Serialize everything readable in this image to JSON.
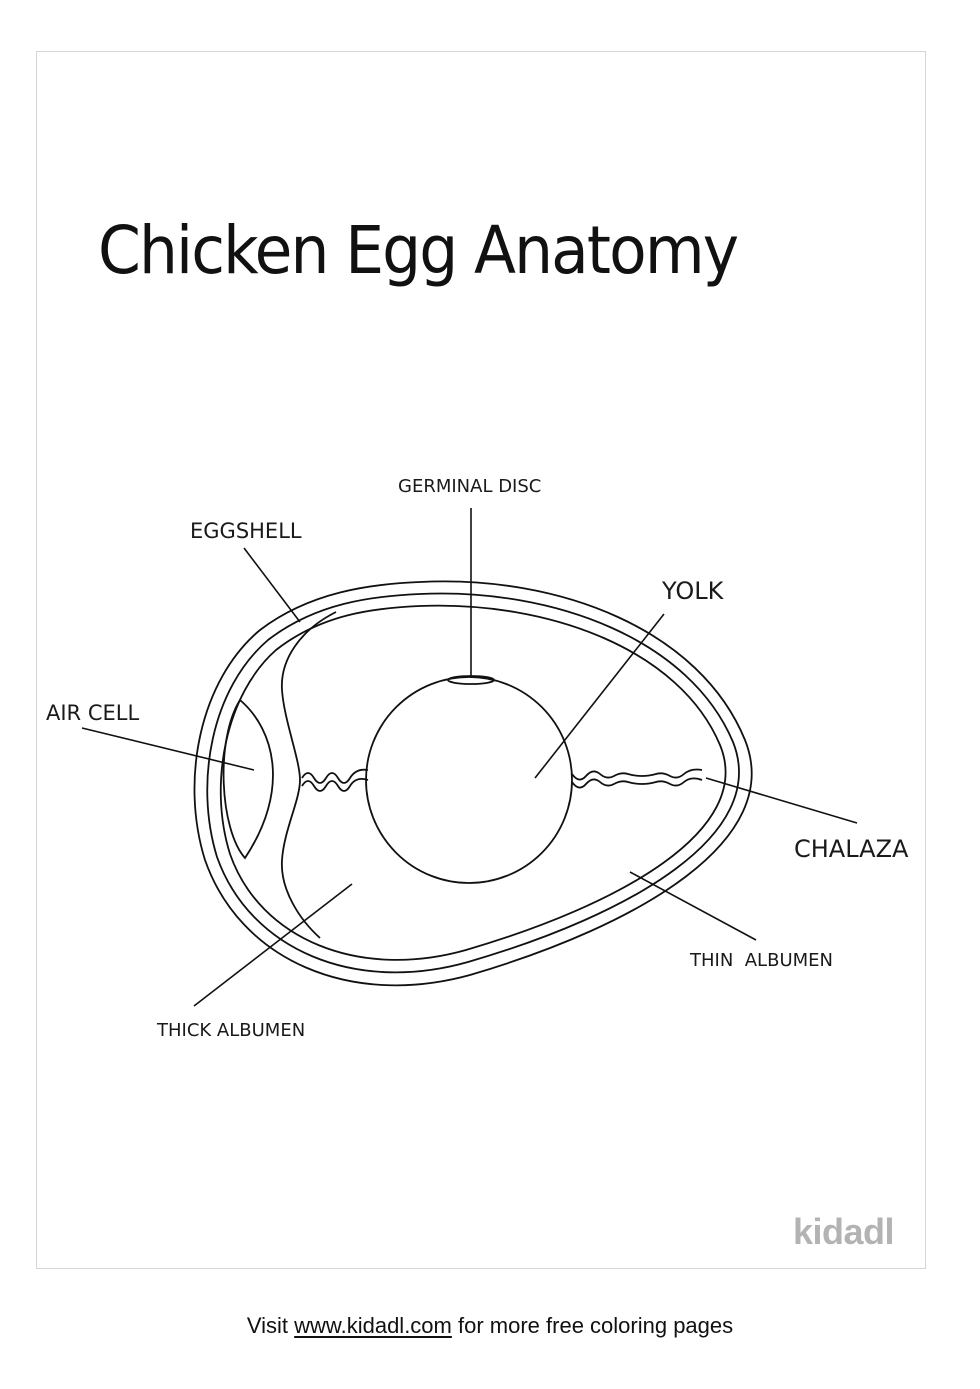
{
  "title": "Chicken Egg Anatomy",
  "labels": {
    "germinal_disc": "GERMINAL DISC",
    "eggshell": "EGGSHELL",
    "yolk": "YOLK",
    "air_cell": "AIR CELL",
    "chalaza": "CHALAZA",
    "thin_albumen": "THIN  ALBUMEN",
    "thick_albumen": "THICK ALBUMEN"
  },
  "watermark": "kidadl",
  "footer": {
    "prefix": "Visit",
    "link": "www.kidadl.com",
    "suffix": "for more free coloring pages"
  },
  "colors": {
    "line": "#111111",
    "frame": "#d6d6d6",
    "watermark": "#b3b3b3"
  }
}
